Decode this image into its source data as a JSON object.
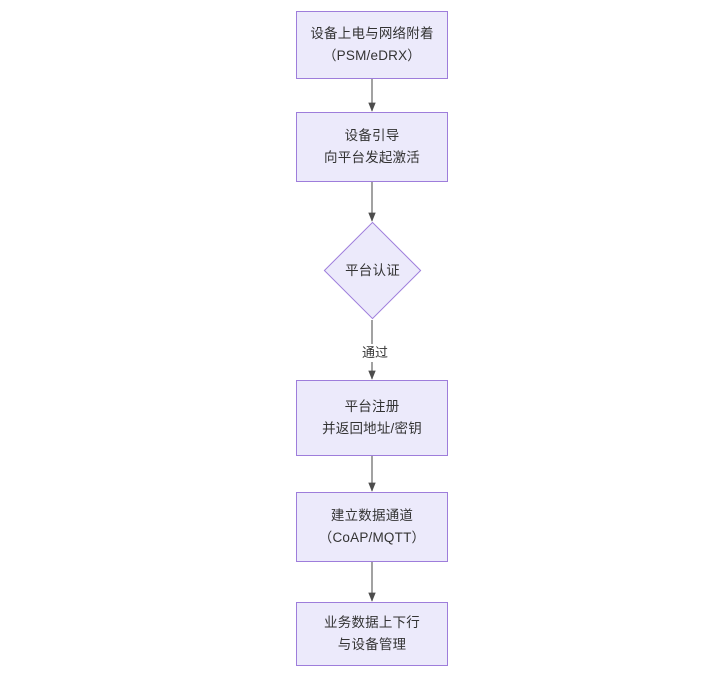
{
  "diagram": {
    "title": "",
    "type": "flowchart",
    "direction": "top-to-bottom",
    "background_color": "#ffffff",
    "node_fill_color": "#eceafb",
    "node_border_color": "#9e7ddb",
    "node_text_color": "#333333",
    "edge_color": "#555555",
    "nodes": [
      {
        "id": "n1",
        "shape": "rectangle",
        "lines": [
          "设备上电与网络附着",
          "（PSM/eDRX）"
        ]
      },
      {
        "id": "n2",
        "shape": "rectangle",
        "lines": [
          "设备引导",
          "向平台发起激活"
        ]
      },
      {
        "id": "n3",
        "shape": "diamond",
        "lines": [
          "平台认证"
        ]
      },
      {
        "id": "n4",
        "shape": "rectangle",
        "lines": [
          "平台注册",
          "并返回地址/密钥"
        ]
      },
      {
        "id": "n5",
        "shape": "rectangle",
        "lines": [
          "建立数据通道",
          "（CoAP/MQTT）"
        ]
      },
      {
        "id": "n6",
        "shape": "rectangle",
        "lines": [
          "业务数据上下行",
          "与设备管理"
        ]
      }
    ],
    "edges": [
      {
        "from": "n1",
        "to": "n2",
        "label": ""
      },
      {
        "from": "n2",
        "to": "n3",
        "label": ""
      },
      {
        "from": "n3",
        "to": "n4",
        "label": "通过"
      },
      {
        "from": "n4",
        "to": "n5",
        "label": ""
      },
      {
        "from": "n5",
        "to": "n6",
        "label": ""
      }
    ]
  }
}
